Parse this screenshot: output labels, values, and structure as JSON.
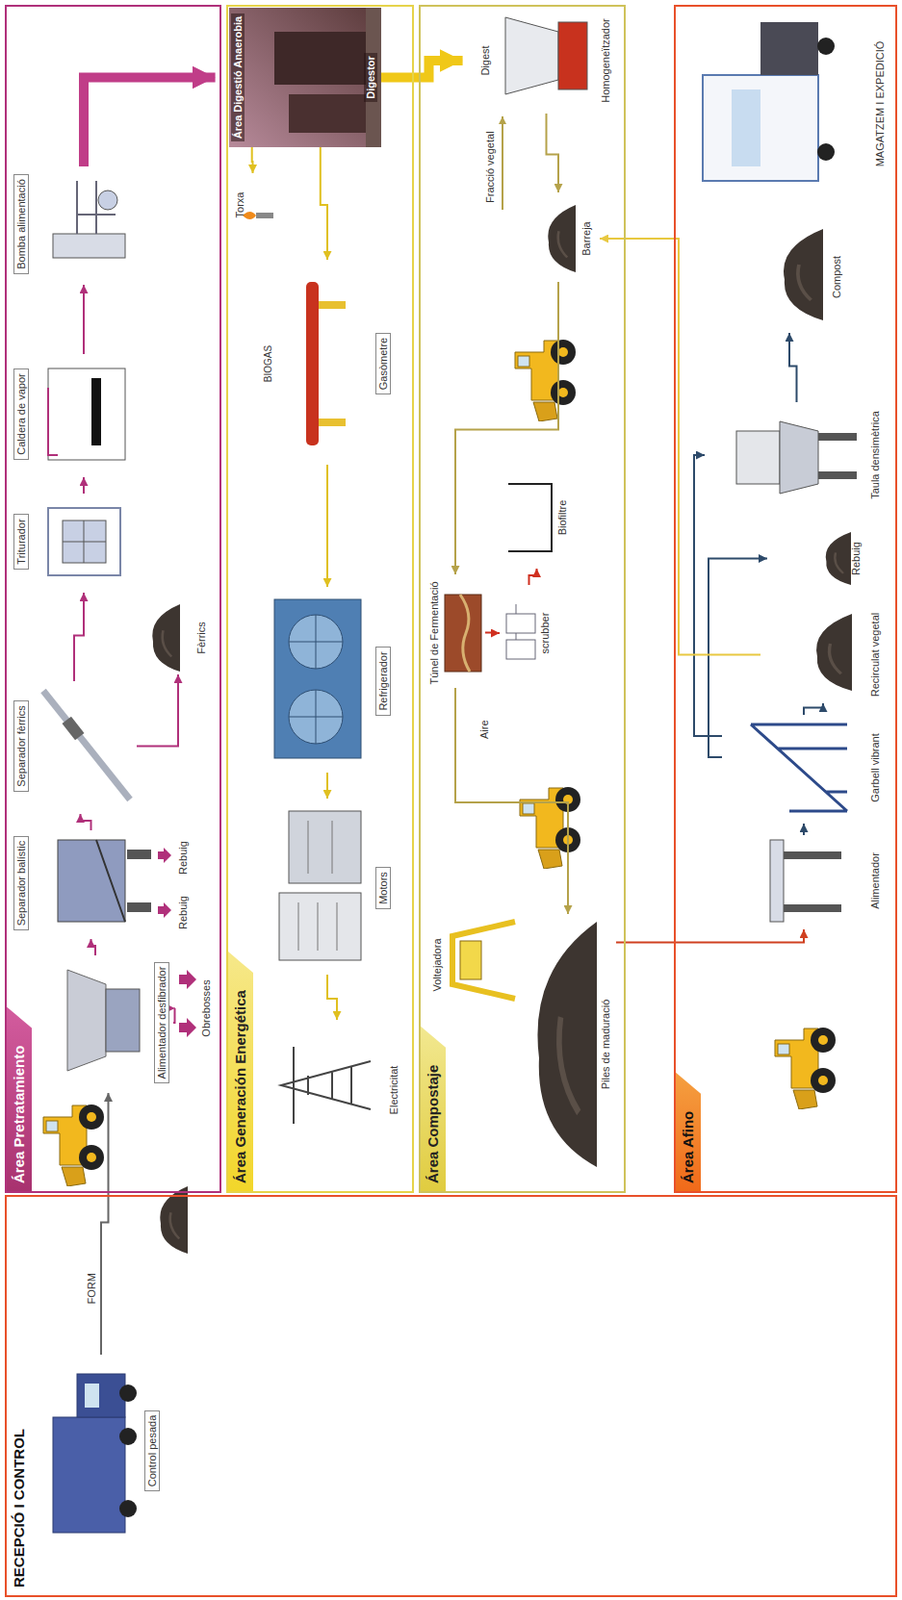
{
  "diagram": {
    "nodes": [
      {
        "text": [
          "RECEPCIÓ I CONTROL"
        ]
      },
      {
        "text": [
          "Control pesada"
        ],
        "in": 0
      },
      {
        "text": [
          "Área Pretratamiento"
        ]
      },
      {
        "text": [
          "Alimentador desfibrador"
        ],
        "in": 2
      },
      {
        "text": [
          "Obrebosses"
        ],
        "in": 2
      },
      {
        "text": [
          "Separador balístic"
        ],
        "in": 2
      },
      {
        "text": [
          "Separador fèrrics"
        ],
        "in": 2
      },
      {
        "text": [
          "Fèrrics"
        ],
        "in": 2
      },
      {
        "text": [
          "Triturador"
        ],
        "in": 2
      },
      {
        "text": [
          "Caldera de vapor"
        ],
        "in": 2
      },
      {
        "text": [
          "Bomba alimentació"
        ],
        "in": 2
      },
      {
        "text": [
          "Área Generación Energética"
        ]
      },
      {
        "text": [
          "Área Digestió Anaerobia",
          "Digestor"
        ],
        "in": 11
      },
      {
        "text": [
          "Torxa"
        ],
        "in": 11
      },
      {
        "text": [
          "BIOGAS",
          "Gasòmetre"
        ],
        "in": 11
      },
      {
        "text": [
          "Refrigerador"
        ],
        "in": 11
      },
      {
        "text": [
          "Motors"
        ],
        "in": 11
      },
      {
        "text": [
          "Electricitat"
        ],
        "in": 11
      },
      {
        "text": [
          "Área Compostaje"
        ]
      },
      {
        "text": [
          "Digest",
          "Homogeneïtzador"
        ],
        "in": 18
      },
      {
        "text": [
          "Barreja"
        ],
        "in": 18
      },
      {
        "text": [
          "Túnel de Fermentació"
        ],
        "in": 18
      },
      {
        "text": [
          "scrubber"
        ],
        "in": 18
      },
      {
        "text": [
          "Biofiltre"
        ],
        "in": 18
      },
      {
        "text": [
          "Voltejadora"
        ],
        "in": 18
      },
      {
        "text": [
          "Piles de maduració"
        ],
        "in": 18
      },
      {
        "text": [
          "Área Afino"
        ]
      },
      {
        "text": [
          "Alimentador"
        ],
        "in": 26
      },
      {
        "text": [
          "Garbell vibrant"
        ],
        "in": 26
      },
      {
        "text": [
          "Recirculat vegetal"
        ],
        "in": 26
      },
      {
        "text": [
          "Rebuig"
        ],
        "in": 26
      },
      {
        "text": [
          "Taula densimètrica"
        ],
        "in": 26
      },
      {
        "text": [
          "Compost"
        ],
        "in": 26
      },
      {
        "text": [
          "MAGATZEM I EXPEDICIÓ"
        ],
        "in": 26
      }
    ],
    "edges": [
      {
        "from": 1,
        "to": 3,
        "label": "FORM",
        "arrow": "to"
      },
      {
        "from": 3,
        "to": 4,
        "arrow": "to"
      },
      {
        "from": 3,
        "to": 5,
        "arrow": "to"
      },
      {
        "from": 5,
        "to": 6,
        "arrow": "to"
      },
      {
        "from": 6,
        "to": 7,
        "arrow": "to"
      },
      {
        "from": 6,
        "to": 8,
        "arrow": "to"
      },
      {
        "from": 8,
        "to": 9,
        "arrow": "to"
      },
      {
        "from": 9,
        "to": 10,
        "arrow": "to"
      },
      {
        "from": 10,
        "to": 12,
        "arrow": "to"
      },
      {
        "from": 12,
        "to": 13,
        "arrow": "to"
      },
      {
        "from": 12,
        "to": 14,
        "arrow": "to"
      },
      {
        "from": 14,
        "to": 15,
        "arrow": "to"
      },
      {
        "from": 15,
        "to": 16,
        "arrow": "to"
      },
      {
        "from": 16,
        "to": 17,
        "arrow": "to"
      },
      {
        "from": 12,
        "to": 19,
        "arrow": "to"
      },
      {
        "from": 19,
        "to": 20,
        "arrow": "to"
      },
      {
        "from": 20,
        "to": 21,
        "arrow": "to"
      },
      {
        "from": 21,
        "to": 22,
        "arrow": "to"
      },
      {
        "from": 22,
        "to": 23,
        "arrow": "to"
      },
      {
        "from": 21,
        "to": 25,
        "arrow": "to"
      },
      {
        "from": 25,
        "to": 27,
        "arrow": "to"
      },
      {
        "from": 27,
        "to": 28,
        "arrow": "to"
      },
      {
        "from": 28,
        "to": 29,
        "arrow": "to"
      },
      {
        "from": 28,
        "to": 30,
        "arrow": "to"
      },
      {
        "from": 28,
        "to": 31,
        "arrow": "to"
      },
      {
        "from": 29,
        "to": 20,
        "arrow": "to"
      },
      {
        "from": 31,
        "to": 32,
        "arrow": "to"
      }
    ],
    "labels": [
      "Rebuig",
      "Rebuig",
      "Fracció vegetal",
      "Aire"
    ]
  }
}
